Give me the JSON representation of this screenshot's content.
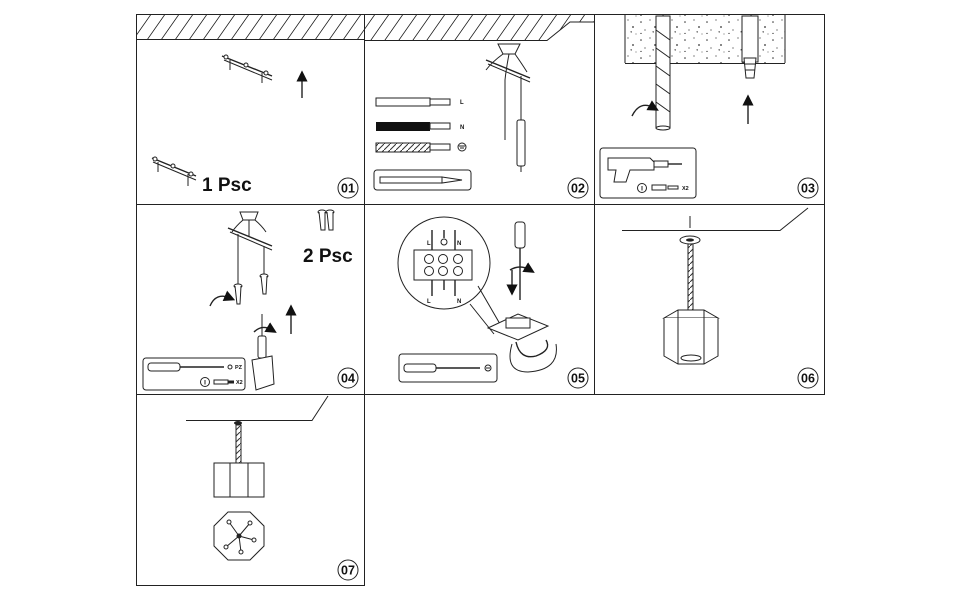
{
  "steps": [
    {
      "number": "01",
      "quantity_label": "1 Psc"
    },
    {
      "number": "02",
      "wire_labels": [
        "L",
        "N"
      ],
      "earth_symbol": "earth-symbol"
    },
    {
      "number": "03",
      "kit_count": "X2"
    },
    {
      "number": "04",
      "quantity_label": "2 Psc",
      "bit_label": "PZ",
      "kit_count": "X2"
    },
    {
      "number": "05",
      "terminal_top_labels": [
        "L",
        "N"
      ],
      "terminal_bottom_labels": [
        "L",
        "N"
      ]
    },
    {
      "number": "06"
    },
    {
      "number": "07"
    }
  ],
  "colors": {
    "line": "#222222",
    "background": "#ffffff",
    "text": "#111111"
  },
  "icons": [
    "up-arrow-icon",
    "rotate-arrow-icon",
    "down-arrow-icon",
    "screwdriver-icon",
    "drill-icon",
    "wall-plug-icon",
    "info-icon",
    "earth-symbol-icon"
  ]
}
